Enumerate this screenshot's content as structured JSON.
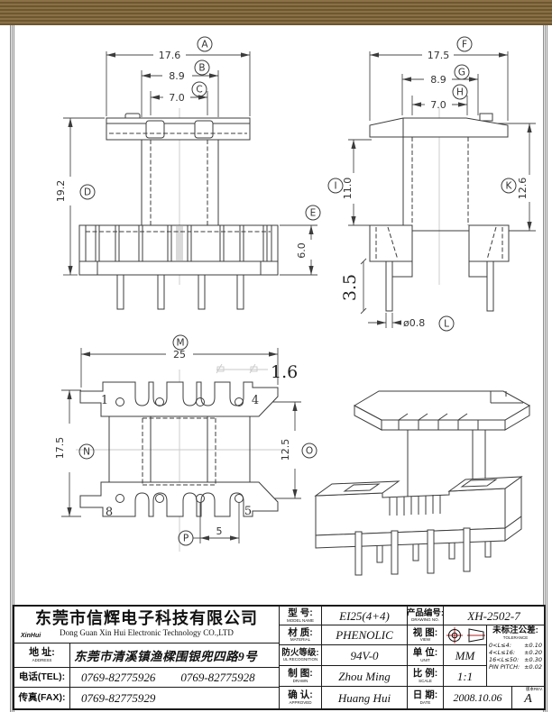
{
  "drawing": {
    "letters": {
      "A": "A",
      "B": "B",
      "C": "C",
      "D": "D",
      "E": "E",
      "F": "F",
      "G": "G",
      "H": "H",
      "I": "I",
      "K": "K",
      "L": "L",
      "M": "M",
      "N": "N",
      "O": "O",
      "P": "P"
    },
    "front_view": {
      "width_a": "17.6",
      "width_b": "8.9",
      "width_c": "7.0",
      "height_d": "19.2",
      "base_height_e": "6.0"
    },
    "side_view": {
      "width_f": "17.5",
      "width_g": "8.9",
      "width_h": "7.0",
      "height_i": "11.0",
      "height_k": "12.6",
      "pin_length": "3.5",
      "pin_dia": "ø0.8"
    },
    "top_view": {
      "width_m": "25",
      "flange_thickness": "1.6",
      "depth_n": "17.5",
      "span_o": "12.5",
      "pitch_p": "5",
      "pin_1": "1",
      "pin_4": "4",
      "pin_8": "8",
      "pin_5": "5"
    }
  },
  "title_block": {
    "company": {
      "logo": "XinHui",
      "name_cn": "东莞市信辉电子科技有限公司",
      "name_en": "Dong Guan Xin Hui Electronic Technology CO.,LTD"
    },
    "address": {
      "label_cn": "地 址:",
      "label_en": "ADDRESS",
      "value": "东莞市清溪镇渔樑围银兜四路9号"
    },
    "tel": {
      "label": "电话(TEL):",
      "value1": "0769-82775926",
      "value2": "0769-82775928"
    },
    "fax": {
      "label": "传真(FAX):",
      "value": "0769-82775929"
    },
    "model": {
      "label_cn": "型 号:",
      "label_en": "MODEL NAME",
      "value": "EI25(4+4)"
    },
    "drawing_no": {
      "label_cn": "产品编号:",
      "label_en": "DRAWING NO.",
      "value": "XH-2502-7"
    },
    "material": {
      "label_cn": "材 质:",
      "label_en": "MATERIAL",
      "value": "PHENOLIC"
    },
    "view": {
      "label_cn": "视 图:",
      "label_en": "VIEW"
    },
    "ul": {
      "label_cn": "防火等级:",
      "label_en": "UL RECOGNITION",
      "value": "94V-0"
    },
    "unit": {
      "label_cn": "单 位:",
      "label_en": "UNIT",
      "value": "MM"
    },
    "drawn": {
      "label_cn": "制 图:",
      "label_en": "DRAWN",
      "value": "Zhou Ming"
    },
    "scale": {
      "label_cn": "比 例:",
      "label_en": "SCALE",
      "value": "1:1"
    },
    "approved": {
      "label_cn": "确 认:",
      "label_en": "APPROVED",
      "value": "Huang Hui"
    },
    "date": {
      "label_cn": "日 期:",
      "label_en": "DATE",
      "value": "2008.10.06"
    },
    "tolerance": {
      "title_cn": "未标注公差:",
      "title_en": "TOLERANCE",
      "rows": [
        [
          "0<L≤4:",
          "±0.10"
        ],
        [
          "4<L≤16:",
          "±0.20"
        ],
        [
          "16<L≤50:",
          "±0.30"
        ],
        [
          "PIN PITCH:",
          "±0.02"
        ]
      ]
    },
    "rev": {
      "label": "版本REV.",
      "value": "A"
    }
  }
}
